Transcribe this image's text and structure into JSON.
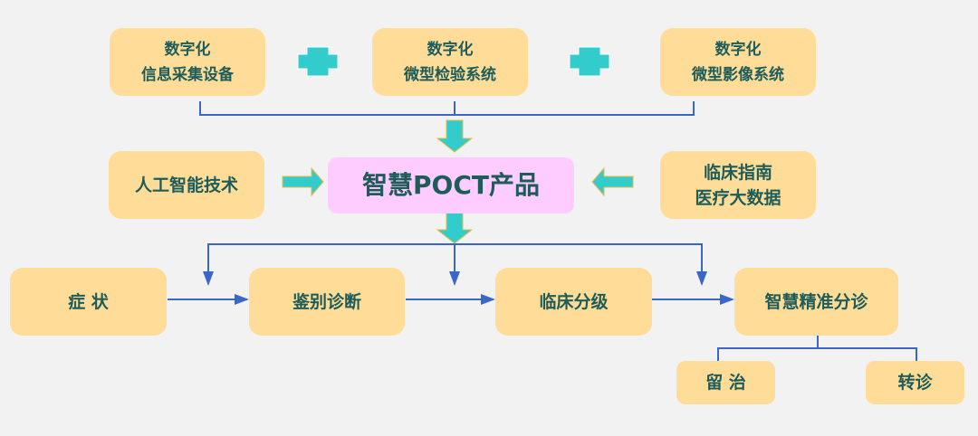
{
  "title": "智慧POCT产品",
  "colors": {
    "box": "#ffdc97",
    "center": "#ffccff",
    "text": "#1e5c5a",
    "arrow": "#33cccc",
    "line": "#3a66c8"
  },
  "inputs": [
    {
      "line1": "数字化",
      "line2": "信息采集设备"
    },
    {
      "line1": "数字化",
      "line2": "微型检验系统"
    },
    {
      "line1": "数字化",
      "line2": "微型影像系统"
    }
  ],
  "side_left": "人工智能技术",
  "side_right": {
    "line1": "临床指南",
    "line2": "医疗大数据"
  },
  "flow": [
    "症 状",
    "鉴别诊断",
    "临床分级",
    "智慧精准分诊"
  ],
  "outcomes": [
    "留 治",
    "转诊"
  ],
  "icons": {
    "plus": "plus-icon",
    "arrow": "arrow-icon"
  }
}
